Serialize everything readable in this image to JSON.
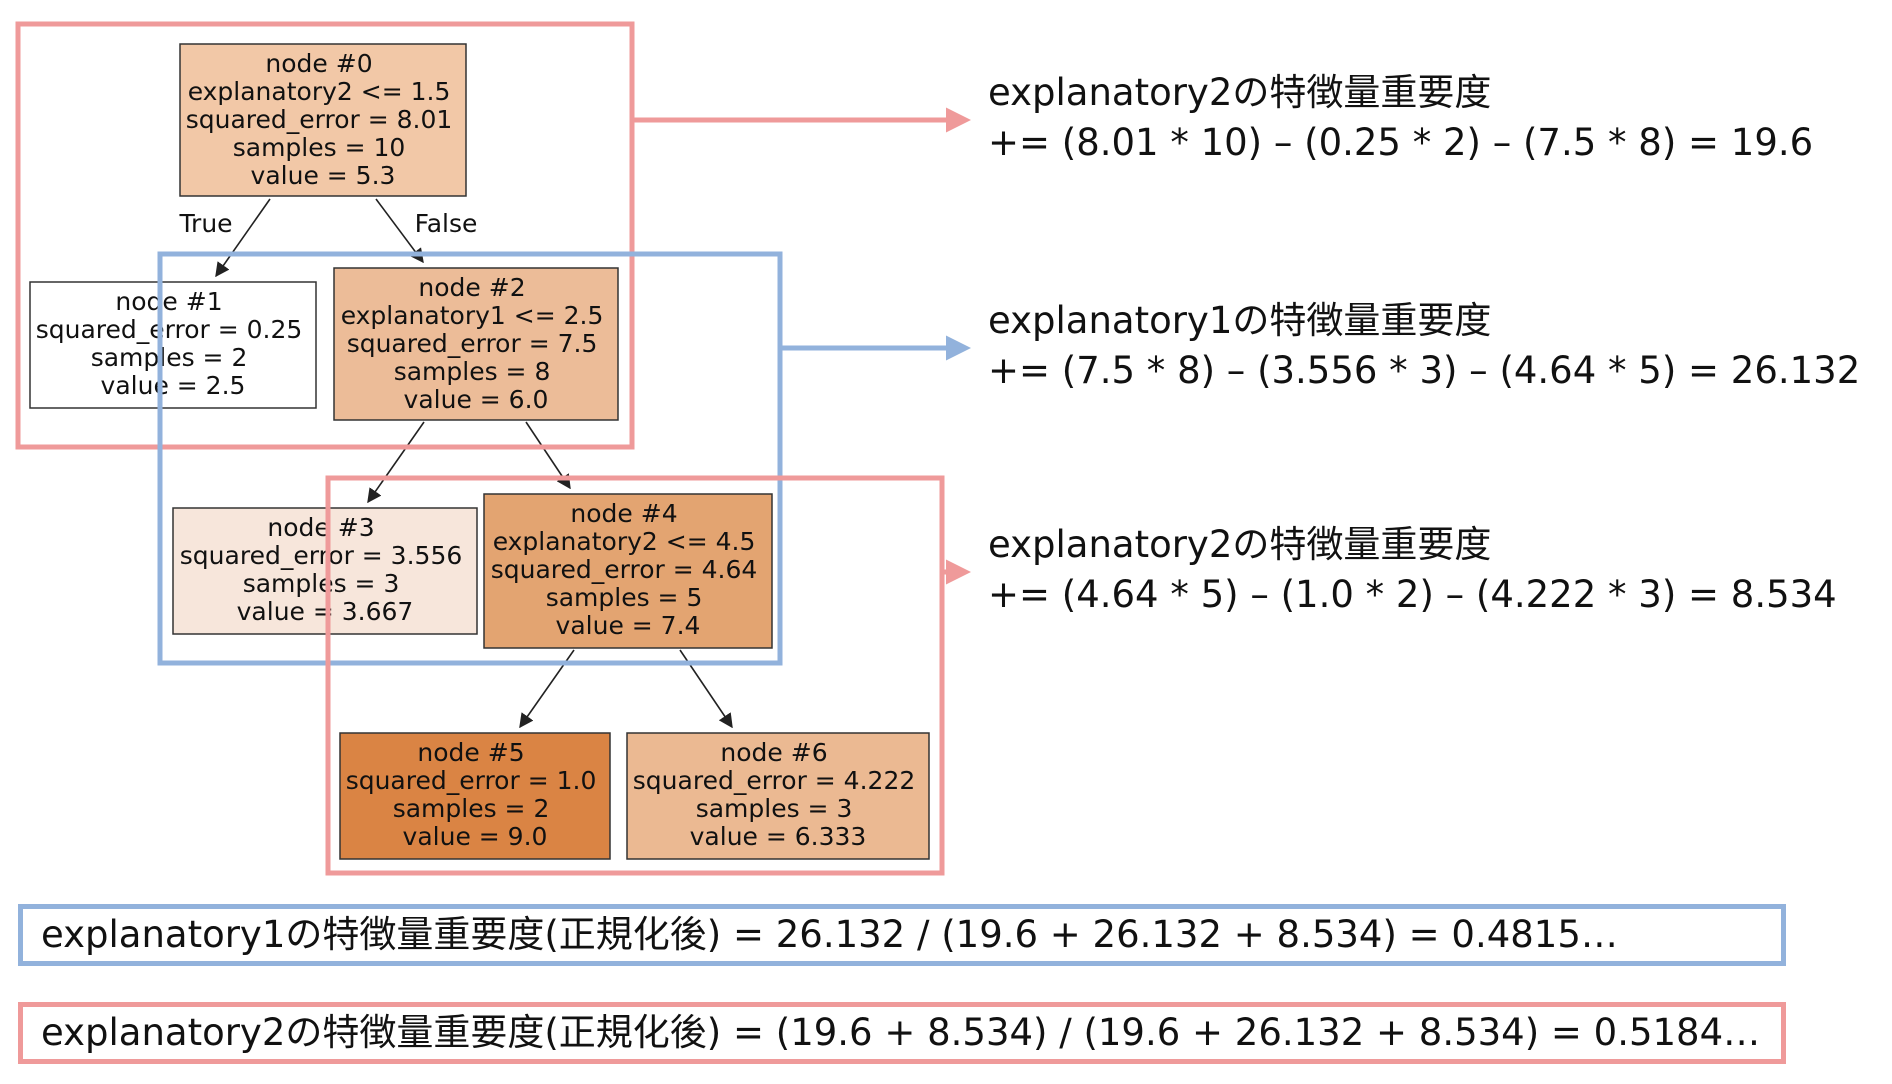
{
  "colors": {
    "red_box": "#ef9a9a",
    "blue_box": "#92b2dc",
    "arrow": "#222222"
  },
  "tree": {
    "edge_labels": {
      "true": "True",
      "false": "False"
    },
    "nodes": [
      {
        "id": "node0",
        "fill": "#f2c8a7",
        "lines": [
          "node #0",
          "explanatory2 <= 1.5",
          "squared_error = 8.01",
          "samples = 10",
          "value = 5.3"
        ]
      },
      {
        "id": "node1",
        "fill": "#ffffff",
        "lines": [
          "node #1",
          "squared_error = 0.25",
          "samples = 2",
          "value = 2.5"
        ]
      },
      {
        "id": "node2",
        "fill": "#ecbc98",
        "lines": [
          "node #2",
          "explanatory1 <= 2.5",
          "squared_error = 7.5",
          "samples = 8",
          "value = 6.0"
        ]
      },
      {
        "id": "node3",
        "fill": "#f7e6db",
        "lines": [
          "node #3",
          "squared_error = 3.556",
          "samples = 3",
          "value = 3.667"
        ]
      },
      {
        "id": "node4",
        "fill": "#e3a471",
        "lines": [
          "node #4",
          "explanatory2 <= 4.5",
          "squared_error = 4.64",
          "samples = 5",
          "value = 7.4"
        ]
      },
      {
        "id": "node5",
        "fill": "#da8444",
        "lines": [
          "node #5",
          "squared_error = 1.0",
          "samples = 2",
          "value = 9.0"
        ]
      },
      {
        "id": "node6",
        "fill": "#ebb992",
        "lines": [
          "node #6",
          "squared_error = 4.222",
          "samples = 3",
          "value = 6.333"
        ]
      }
    ]
  },
  "formulas": [
    {
      "title": "explanatory2の特徴量重要度",
      "expr": "+= (8.01 * 10) – (0.25 * 2) – (7.5 * 8) = 19.6"
    },
    {
      "title": "explanatory1の特徴量重要度",
      "expr": "+= (7.5 * 8) – (3.556 * 3) – (4.64 * 5) = 26.132"
    },
    {
      "title": "explanatory2の特徴量重要度",
      "expr": "+= (4.64 * 5) – (1.0 * 2) – (4.222 * 3) = 8.534"
    }
  ],
  "summaries": [
    {
      "text": "explanatory1の特徴量重要度(正規化後) = 26.132 / (19.6 + 26.132 + 8.534) = 0.4815…"
    },
    {
      "text": "explanatory2の特徴量重要度(正規化後) = (19.6 + 8.534) / (19.6 + 26.132 + 8.534) = 0.5184…"
    }
  ]
}
